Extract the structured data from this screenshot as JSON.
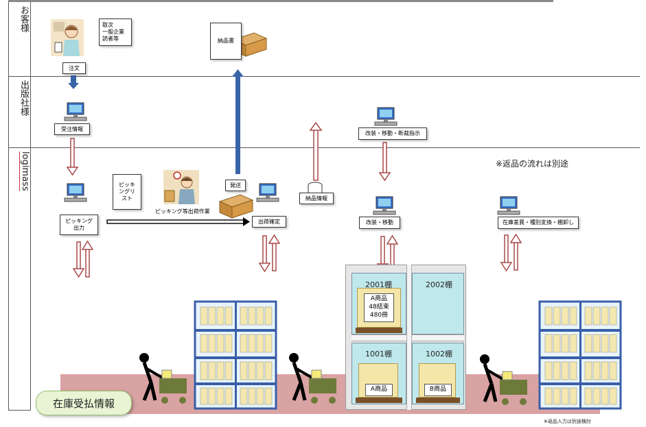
{
  "lanes": {
    "customer": "お客様",
    "publisher": "出版社様",
    "logimass": "logimass"
  },
  "nodes": {
    "customer_note": "取次\n一般企業\n読者等",
    "order": "注文",
    "delivery_slip": "納品書",
    "order_info": "受注情報",
    "picking_list": "ピッキ\nングリ\nスト",
    "picking_work": "ピッキング等出荷作業",
    "shipping": "発送",
    "picking_output": "ピッキング\n出力",
    "ship_confirm": "出荷確定",
    "delivery_info": "納品情報",
    "repack_instruction": "改装・移動・断裁指示",
    "repack_move": "改装・移動",
    "inventory_adjust": "在庫差異・種別変換・棚卸し",
    "return_note": "※返品の流れは別途",
    "bottom_note": "※返品入力は別途検討",
    "inventory_ledger": "在庫受払情報"
  },
  "shelves": {
    "s2001": "2001棚",
    "s2002": "2002棚",
    "s1001": "1001棚",
    "s1002": "1002棚",
    "product_a_top": "A商品\n48結束\n480冊",
    "product_a": "A商品",
    "product_b": "B商品"
  },
  "colors": {
    "red_arrow": "#a84848",
    "blue_arrow": "#3a64a8",
    "floor": "#d9a3a3",
    "shelf_blue": "#3a5ea8",
    "cart_green": "#6e7a3a",
    "ledger_bg": "#e8f4d4"
  }
}
